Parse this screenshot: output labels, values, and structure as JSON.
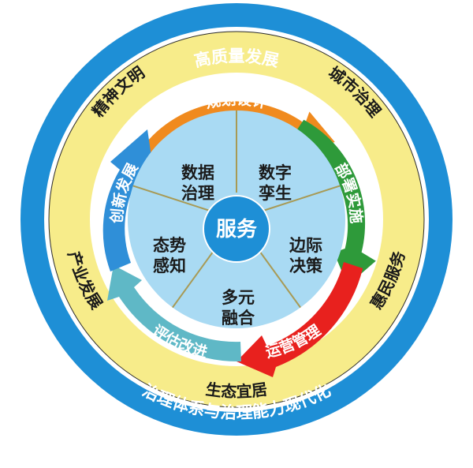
{
  "outer_ring": {
    "top_label": "高质量发展",
    "bottom_label": "治理体系与治理能力现代化",
    "color": "#1e8fd6"
  },
  "yellow_ring": {
    "labels": [
      "精神文明",
      "城市治理",
      "惠民服务",
      "生态宜居",
      "产业发展"
    ],
    "color": "#f7ec8a"
  },
  "process_arrows": [
    {
      "label": "规划设计",
      "color": "#f08a1e"
    },
    {
      "label": "部署实施",
      "color": "#2e9a3a"
    },
    {
      "label": "运营管理",
      "color": "#e8211e"
    },
    {
      "label": "评估改进",
      "color": "#5fb8c6"
    },
    {
      "label": "创新发展",
      "color": "#2f8fd8"
    }
  ],
  "segments": [
    {
      "line1": "数据",
      "line2": "治理"
    },
    {
      "line1": "数字",
      "line2": "孪生"
    },
    {
      "line1": "边际",
      "line2": "决策"
    },
    {
      "line1": "多元",
      "line2": "融合"
    },
    {
      "line1": "态势",
      "line2": "感知"
    }
  ],
  "segment_fill": "#a9daf3",
  "center": {
    "label": "服务",
    "color": "#1e8fd6"
  }
}
